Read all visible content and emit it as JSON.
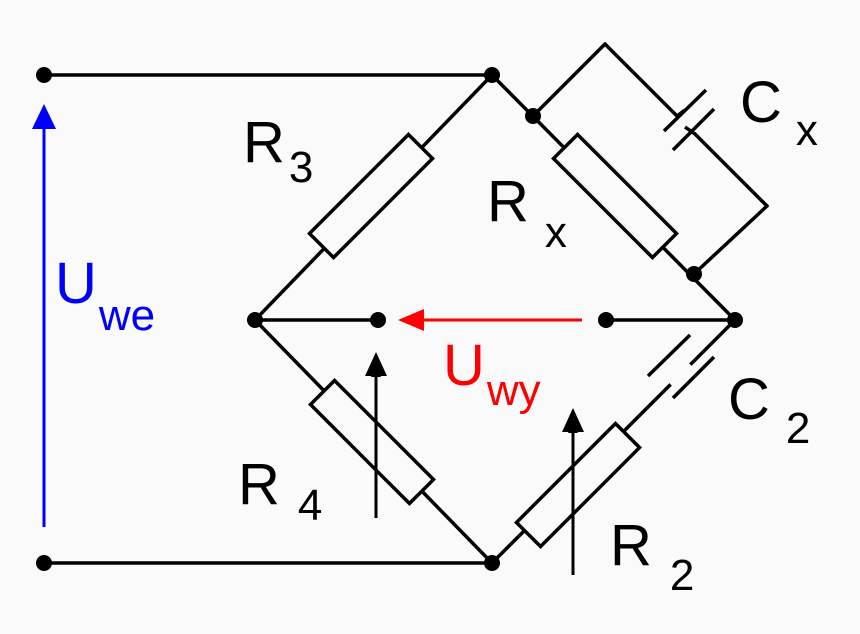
{
  "labels": {
    "r3": {
      "main": "R",
      "sub": "3"
    },
    "rx": {
      "main": "R",
      "sub": "x"
    },
    "cx": {
      "main": "C",
      "sub": "x"
    },
    "r4": {
      "main": "R",
      "sub": "4"
    },
    "r2": {
      "main": "R",
      "sub": "2"
    },
    "c2": {
      "main": "C",
      "sub": "2"
    },
    "u_in": {
      "main": "U",
      "sub": "we"
    },
    "u_out": {
      "main": "U",
      "sub": "wy"
    }
  },
  "colors": {
    "wire": "#000000",
    "input_voltage": "#0000ff",
    "output_voltage": "#ff0000",
    "background": "#fafafa"
  }
}
